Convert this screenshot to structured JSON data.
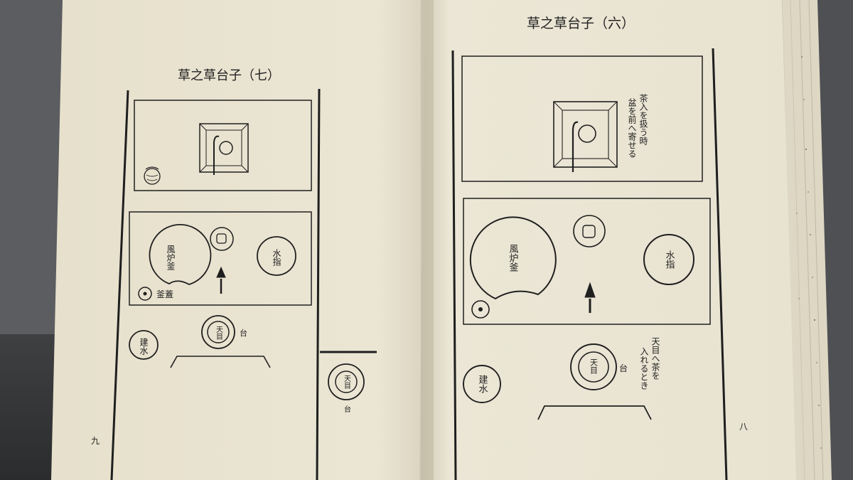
{
  "left_page": {
    "title": "草之草台子（七）",
    "page_number": "九",
    "labels": {
      "furo_kama": "風炉釜",
      "mizusashi": "水指",
      "futaoki": "釜蓋",
      "kensui": "建水",
      "tenmoku": "天目",
      "dai": "台",
      "side_tenmoku": "天目",
      "side_dai": "台"
    }
  },
  "right_page": {
    "title": "草之草台子（六）",
    "page_number": "八",
    "labels": {
      "furo_kama": "風炉釜",
      "mizusashi": "水指",
      "kensui": "建水",
      "tenmoku": "天目",
      "dai": "台"
    },
    "note_top": [
      "茶入を扱う時",
      "盆を前へ寄せる"
    ],
    "note_bottom": [
      "天目へ茶を",
      "入れるとき"
    ]
  },
  "colors": {
    "paper": "#ece7d6",
    "ink": "#1f1f1f",
    "background": "#5c5d60"
  }
}
